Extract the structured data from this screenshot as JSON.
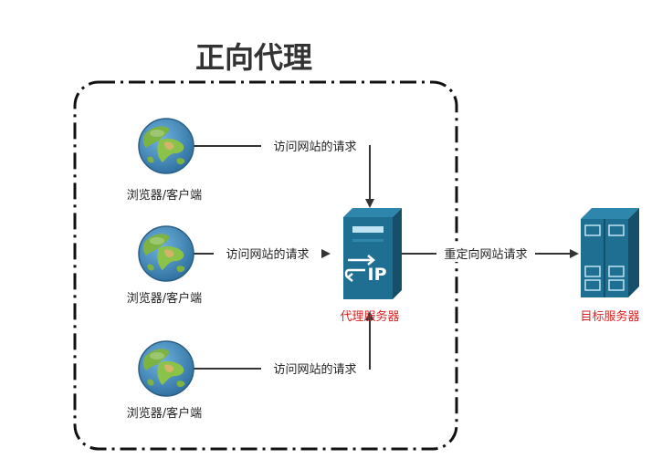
{
  "title": "正向代理",
  "clients": [
    {
      "label": "浏览器/客户端",
      "edge_label": "访问网站的请求"
    },
    {
      "label": "浏览器/客户端",
      "edge_label": "访问网站的请求"
    },
    {
      "label": "浏览器/客户端",
      "edge_label": "访问网站的请求"
    }
  ],
  "proxy": {
    "label": "代理服务器",
    "badge": "IP"
  },
  "forward_edge_label": "重定向网站请求",
  "target": {
    "label": "目标服务器"
  },
  "colors": {
    "server_body": "#1f6f93",
    "server_dark": "#164f6a",
    "server_light": "#2e86ad",
    "server_highlight": "#bfe3f2",
    "red_label": "#e02020",
    "globe_water": "#3f86b8",
    "globe_land": "#7cb342",
    "globe_sand": "#d4b46a",
    "frame": "#111111"
  },
  "icons": {
    "client": "globe-icon",
    "proxy": "proxy-server-icon",
    "target": "server-rack-icon"
  }
}
